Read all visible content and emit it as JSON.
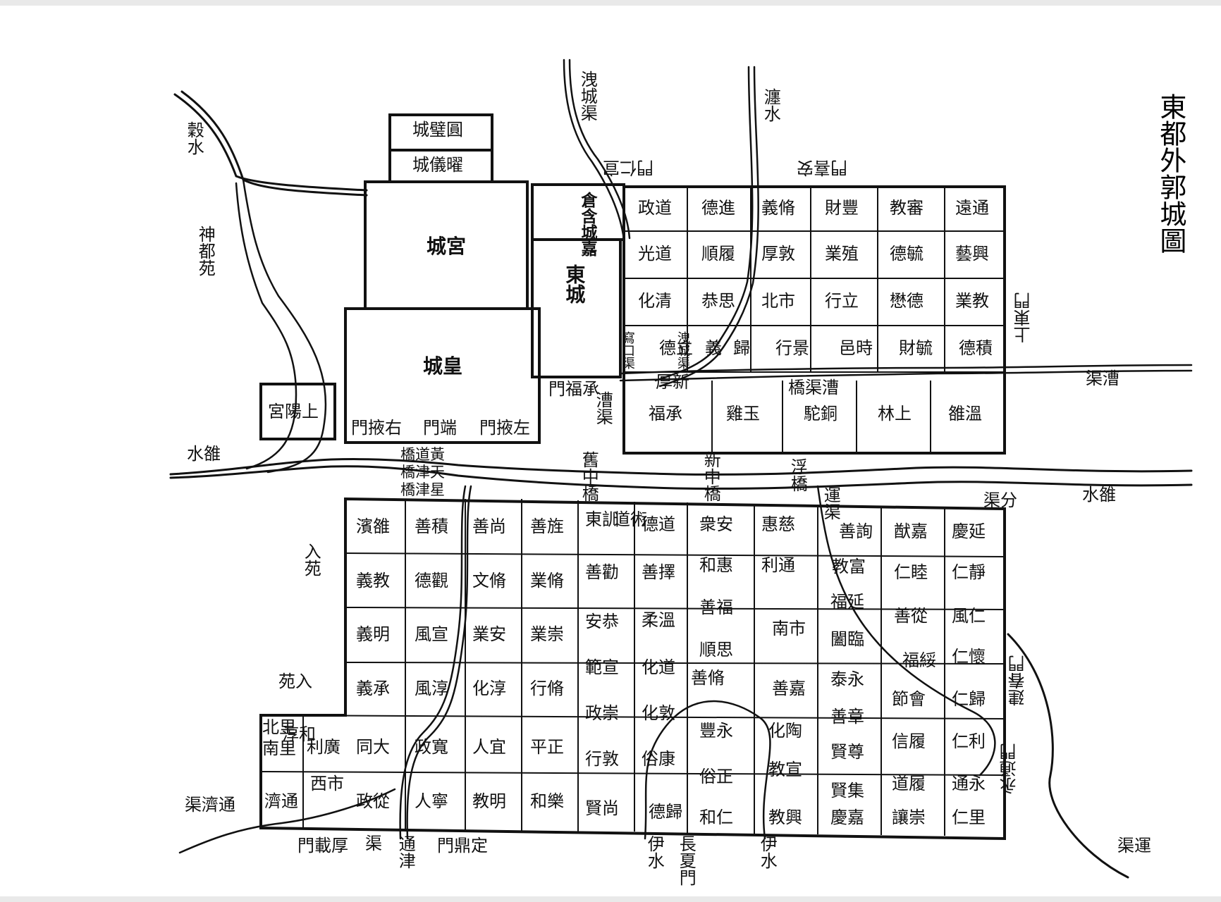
{
  "title": "東都外郭城圖",
  "palace_area": {
    "yuanbi_cheng": "城璧圓",
    "yaoyi_cheng": "城儀曜",
    "gong_cheng": "城宮",
    "huang_cheng": "城皇",
    "dong_cheng": "東城",
    "hanjia_cang_cheng": "倉含城嘉",
    "shangyang_gong": "宮陽上",
    "gate_youye": "門掖右",
    "gate_duan": "門端",
    "gate_zuoye": "門掖左",
    "gate_chengfu": "門福承",
    "gate_xuanren": "門仁宣",
    "gate_anxi": "門喜安",
    "gate_shangdong": "上東門",
    "gate_jianchun": "建春門",
    "gate_yongtong": "永通門",
    "gate_houzai": "門載厚",
    "gate_dingding": "門鼎定",
    "gate_changxia": "長夏門"
  },
  "water": {
    "gu_shui": "穀水",
    "luo_shui_w": "水雒",
    "luo_shui_e": "水雒",
    "chan_shui": "瀍水",
    "xie_cheng_qu": "洩城渠",
    "cao_qu": "渠漕",
    "cao_qu_small": "漕渠",
    "tongji_qu": "渠濟通",
    "jin_qu": "渠",
    "tong_jin": "通津",
    "yi_shui_1": "伊水",
    "yi_shui_2": "伊水",
    "fen_qu": "渠分",
    "yun_qu": "運渠",
    "yun_qu_se": "渠運",
    "xiecheng_inside": "洩城渠",
    "xietan_qu": "寫口渠"
  },
  "bridges": {
    "huangdao_qiao": "橋道黃",
    "tianjin_qiao": "橋津天",
    "xingjin_qiao": "橋津星",
    "jiuzhong_qiao": "舊中橋",
    "xinzhong_qiao": "新中橋",
    "fu_qiao": "浮橋",
    "caoqu_qiao": "橋渠漕"
  },
  "parks": {
    "shendu_yuan": "神都苑",
    "ru_yuan": "入苑",
    "yuan_ru": "苑入"
  },
  "north_wards": [
    [
      "政道",
      "德進",
      "義脩",
      "財豐",
      "教審",
      "遠通"
    ],
    [
      "光道",
      "順履",
      "厚敦",
      "業殖",
      "德毓",
      "藝興"
    ],
    [
      "化清",
      "恭思",
      "北市",
      "行立",
      "懋德",
      "業教"
    ],
    [
      "德立",
      "義",
      "歸",
      "行景",
      "邑時",
      "財毓",
      "德積"
    ],
    [
      "福承",
      "雞玉",
      "駝銅",
      "林上",
      "雒溫"
    ]
  ],
  "north_misc": {
    "xinde": "厚新"
  },
  "south_wards": {
    "col1": [
      "濱雒",
      "義教",
      "義明",
      "義承"
    ],
    "col2": [
      "善積",
      "德觀",
      "風宣",
      "風淳"
    ],
    "col3": [
      "善尚",
      "文脩",
      "業安",
      "化淳"
    ],
    "col4": [
      "善旌",
      "業脩",
      "業崇",
      "行脩"
    ],
    "col5": [
      "東訓",
      "道術",
      "善勸",
      "安恭",
      "範宣",
      "政崇",
      "行敦",
      "賢尚"
    ],
    "col6": [
      "德道",
      "善擇",
      "柔溫",
      "化道",
      "化敦",
      "俗康",
      "德歸"
    ],
    "col7": [
      "衆安",
      "和惠",
      "善福",
      "順思",
      "善脩",
      "豐永",
      "俗正",
      "和仁"
    ],
    "col8": [
      "惠慈",
      "利通",
      "南市",
      "善嘉",
      "化陶",
      "教宣",
      "教興"
    ],
    "col9": [
      "善詢",
      "教富",
      "福延",
      "闔臨",
      "泰永",
      "善章",
      "賢尊",
      "賢集",
      "慶嘉"
    ],
    "col10": [
      "猷嘉",
      "仁睦",
      "善從",
      "福綏",
      "節會",
      "信履",
      "道履",
      "讓崇"
    ],
    "col11": [
      "慶延",
      "仁靜",
      "風仁",
      "仁懷",
      "仁歸",
      "仁利",
      "通永",
      "仁里"
    ],
    "sw": [
      "利廣",
      "同大",
      "政寬",
      "人宜",
      "平正",
      "政從",
      "人寧",
      "教明",
      "和樂",
      "淳和",
      "西市",
      "濟通",
      "北里",
      "南里"
    ]
  }
}
